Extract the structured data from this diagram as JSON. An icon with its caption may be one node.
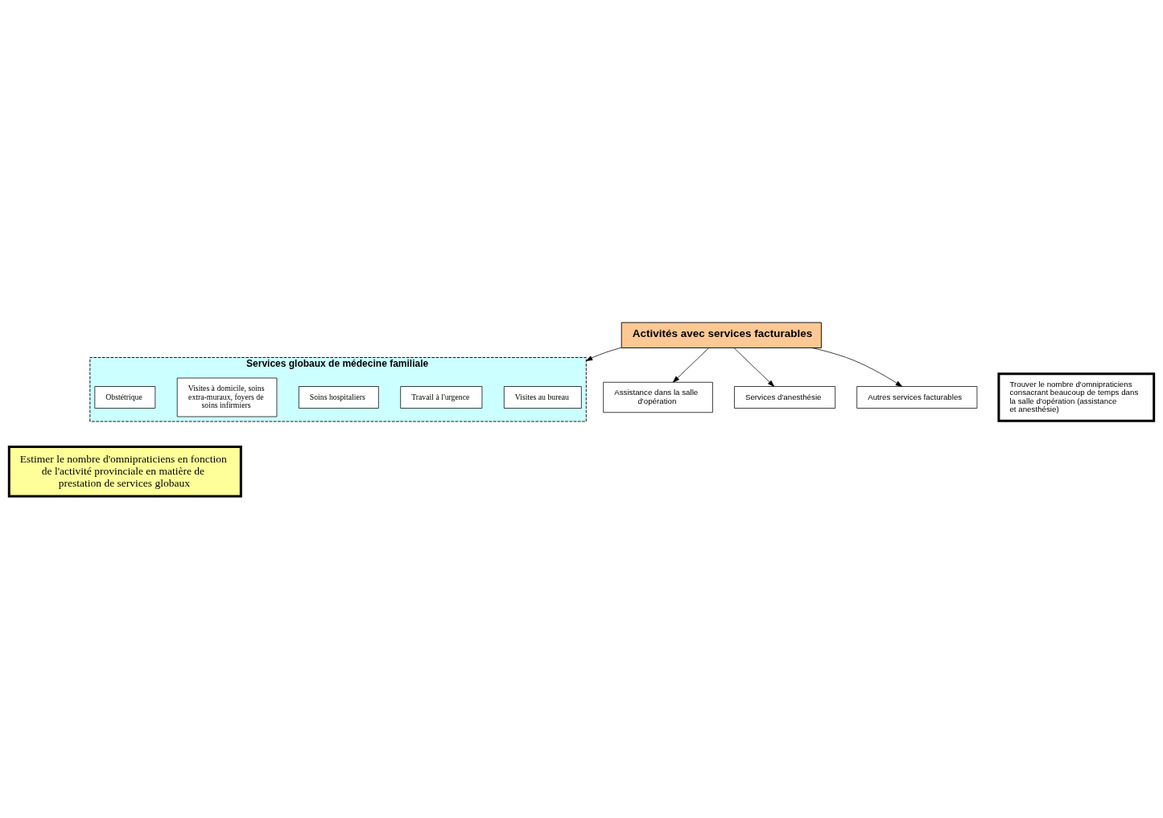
{
  "diagram": {
    "nodes": [
      {
        "text": [
          "Activités avec services facturables"
        ]
      },
      {
        "text": [
          "Services globaux de médecine familiale"
        ]
      },
      {
        "text": [
          "Visites au bureau"
        ],
        "in": 1
      },
      {
        "text": [
          "Travail à l'urgence"
        ],
        "in": 1
      },
      {
        "text": [
          "Soins hospitaliers"
        ],
        "in": 1
      },
      {
        "text": [
          "Visites à domicile, soins extra-muraux, foyers de soins infirmiers"
        ],
        "in": 1
      },
      {
        "text": [
          "Obstétrique"
        ],
        "in": 1
      },
      {
        "text": [
          "Assistance dans la salle d'opération"
        ]
      },
      {
        "text": [
          "Trouver le nombre d'omnipraticiens consacrant beaucoup de temps dans la salle d'opération (assistance et anesthésie)"
        ]
      },
      {
        "text": [
          "Services d'anesthésie"
        ]
      },
      {
        "text": [
          "Autres services facturables"
        ]
      },
      {
        "text": [
          "Estimer le nombre d'omnipraticiens en fonction de l'activité provinciale en matière de prestation de services globaux"
        ]
      }
    ],
    "edges": [
      {
        "from": 0,
        "to": 1,
        "arrow": "to"
      },
      {
        "from": 0,
        "to": 7,
        "arrow": "to"
      },
      {
        "from": 0,
        "to": 9,
        "arrow": "to"
      },
      {
        "from": 0,
        "to": 10,
        "arrow": "to"
      }
    ]
  }
}
